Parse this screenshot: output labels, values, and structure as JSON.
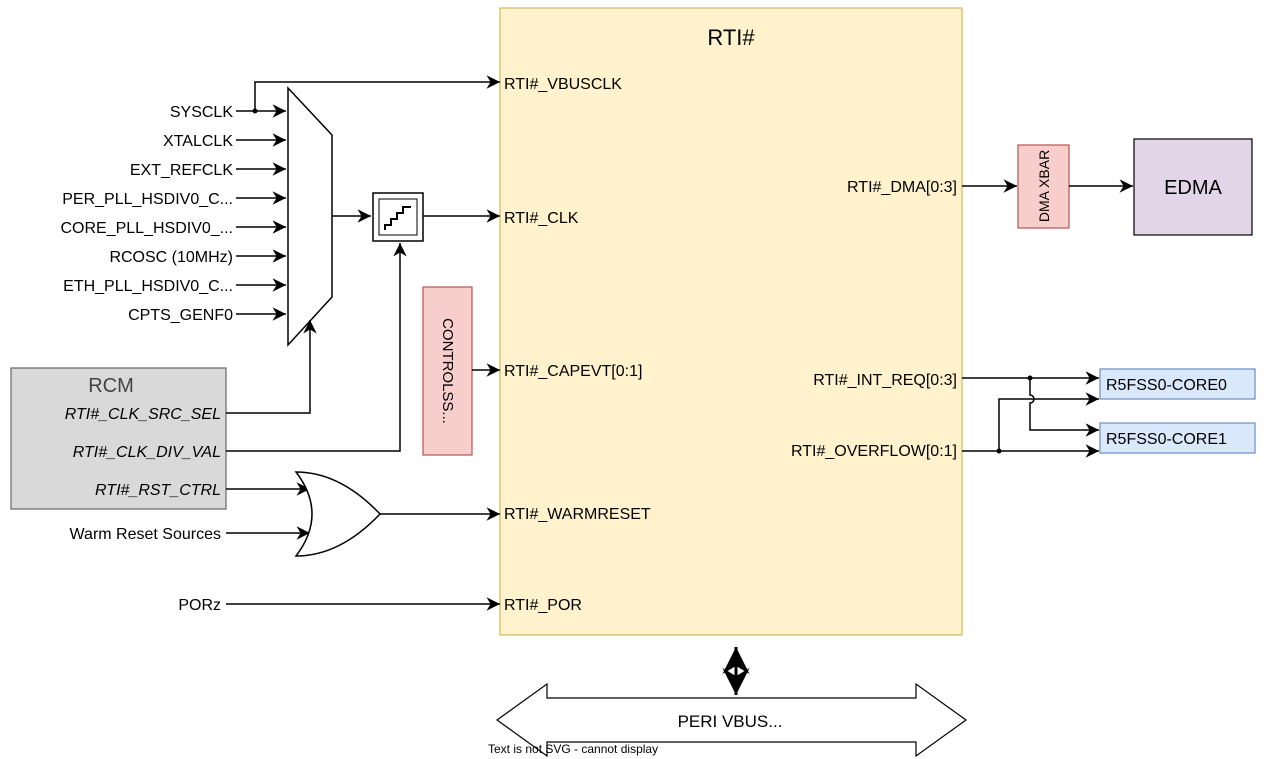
{
  "rti": {
    "title": "RTI#",
    "ports_in": [
      "RTI#_VBUSCLK",
      "RTI#_CLK",
      "RTI#_CAPEVT[0:1]",
      "RTI#_WARMRESET",
      "RTI#_POR"
    ],
    "ports_out": [
      "RTI#_DMA[0:3]",
      "RTI#_INT_REQ[0:3]",
      "RTI#_OVERFLOW[0:1]"
    ]
  },
  "clock_sources": [
    "SYSCLK",
    "XTALCLK",
    "EXT_REFCLK",
    "PER_PLL_HSDIV0_C...",
    "CORE_PLL_HSDIV0_...",
    "RCOSC (10MHz)",
    "ETH_PLL_HSDIV0_C...",
    "CPTS_GENF0"
  ],
  "rcm": {
    "title": "RCM",
    "signals": [
      "RTI#_CLK_SRC_SEL",
      "RTI#_CLK_DIV_VAL",
      "RTI#_RST_CTRL"
    ]
  },
  "warm_reset_sources": "Warm Reset Sources",
  "porz": "PORz",
  "controlss": "CONTROLSS...",
  "dma_xbar": "DMA XBAR",
  "edma": "EDMA",
  "cores": [
    "R5FSS0-CORE0",
    "R5FSS0-CORE1"
  ],
  "peri_vbus": "PERI VBUS...",
  "footer_note": "Text is not SVG - cannot display",
  "colors": {
    "rti_fill": "#fff2cc",
    "rti_stroke": "#d6b656",
    "rcm_fill": "#d9d9d9",
    "rcm_stroke": "#666666",
    "pink_fill": "#f8cecc",
    "pink_stroke": "#b85450",
    "edma_fill": "#e1d5e7",
    "core_fill": "#dae8fc",
    "core_stroke": "#6c8ebf"
  }
}
